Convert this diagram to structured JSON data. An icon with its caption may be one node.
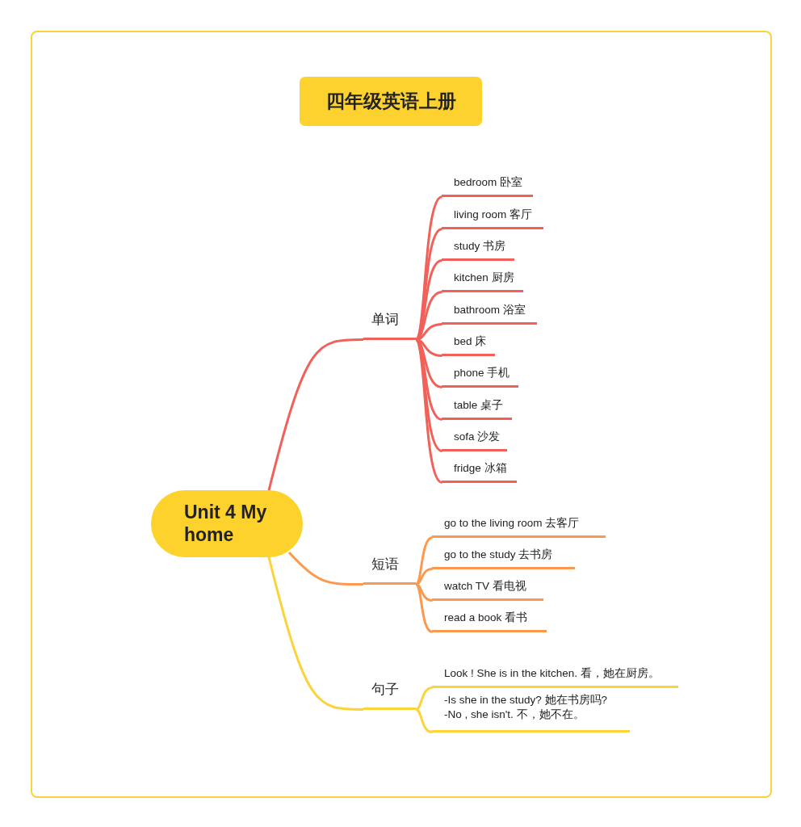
{
  "diagram": {
    "title": "四年级英语上册",
    "nodes": [
      {
        "text": [
          "Unit 4 My home"
        ]
      },
      {
        "text": [
          "单词"
        ]
      },
      {
        "text": [
          "bedroom 卧室"
        ]
      },
      {
        "text": [
          "living room 客厅"
        ]
      },
      {
        "text": [
          "study 书房"
        ]
      },
      {
        "text": [
          "kitchen 厨房"
        ]
      },
      {
        "text": [
          "bathroom 浴室"
        ]
      },
      {
        "text": [
          "bed 床"
        ]
      },
      {
        "text": [
          "phone 手机"
        ]
      },
      {
        "text": [
          "table 桌子"
        ]
      },
      {
        "text": [
          "sofa 沙发"
        ]
      },
      {
        "text": [
          "fridge 冰箱"
        ]
      },
      {
        "text": [
          "短语"
        ]
      },
      {
        "text": [
          "go to the living room 去客厅"
        ]
      },
      {
        "text": [
          "go to the study 去书房"
        ]
      },
      {
        "text": [
          "watch TV 看电视"
        ]
      },
      {
        "text": [
          "read a book 看书"
        ]
      },
      {
        "text": [
          "句子"
        ]
      },
      {
        "text": [
          "Look ! She is in the kitchen. 看，她在厨房。"
        ]
      },
      {
        "text": [
          "-Is she in the study? 她在书房吗?",
          "-No , she isn't. 不，她不在。"
        ]
      }
    ],
    "edges": [
      {
        "from": 0,
        "to": 1,
        "arrow": "none"
      },
      {
        "from": 1,
        "to": 2,
        "arrow": "none"
      },
      {
        "from": 1,
        "to": 3,
        "arrow": "none"
      },
      {
        "from": 1,
        "to": 4,
        "arrow": "none"
      },
      {
        "from": 1,
        "to": 5,
        "arrow": "none"
      },
      {
        "from": 1,
        "to": 6,
        "arrow": "none"
      },
      {
        "from": 1,
        "to": 7,
        "arrow": "none"
      },
      {
        "from": 1,
        "to": 8,
        "arrow": "none"
      },
      {
        "from": 1,
        "to": 9,
        "arrow": "none"
      },
      {
        "from": 1,
        "to": 10,
        "arrow": "none"
      },
      {
        "from": 1,
        "to": 11,
        "arrow": "none"
      },
      {
        "from": 0,
        "to": 12,
        "arrow": "none",
        "color": "#fb9a4f"
      },
      {
        "from": 12,
        "to": 13,
        "arrow": "none",
        "color": "#fb9a4f"
      },
      {
        "from": 12,
        "to": 14,
        "arrow": "none",
        "color": "#fb9a4f"
      },
      {
        "from": 12,
        "to": 15,
        "arrow": "none",
        "color": "#fb9a4f"
      },
      {
        "from": 12,
        "to": 16,
        "arrow": "none",
        "color": "#fb9a4f"
      },
      {
        "from": 0,
        "to": 17,
        "arrow": "none",
        "color": "#fdd33a"
      },
      {
        "from": 17,
        "to": 18,
        "arrow": "none",
        "color": "#fdd33a"
      },
      {
        "from": 17,
        "to": 19,
        "arrow": "none",
        "color": "#fdd33a"
      }
    ]
  }
}
